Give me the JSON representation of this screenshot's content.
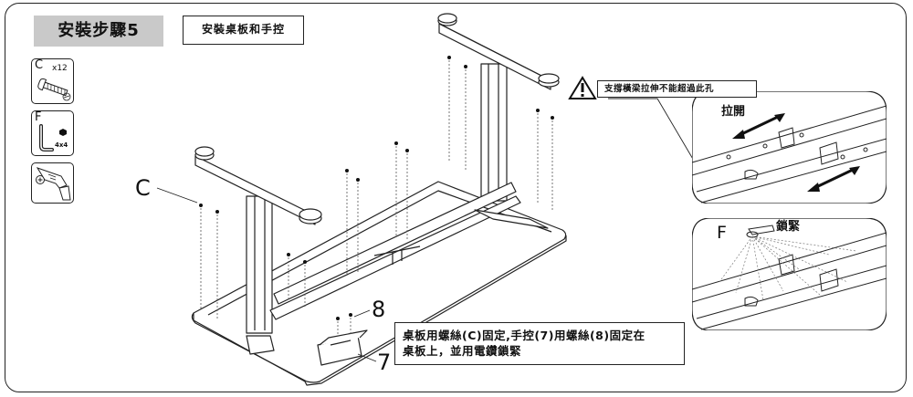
{
  "step": {
    "title": "安裝步驟5",
    "subtitle": "安裝桌板和手控"
  },
  "parts": [
    {
      "letter": "C",
      "qty": "x12",
      "icon": "screw-icon"
    },
    {
      "letter": "F",
      "size": "4x4",
      "icon": "hex-key-icon"
    },
    {
      "icon": "power-drill-icon"
    }
  ],
  "callouts": {
    "c": "C",
    "eight": "8",
    "seven": "7"
  },
  "warning": {
    "icon": "warning-triangle-icon",
    "text": "支撐橫梁拉伸不能超過此孔"
  },
  "detail_top": {
    "label": "拉開"
  },
  "detail_bottom": {
    "letter": "F",
    "label": "鎖緊"
  },
  "instruction": {
    "line1": "桌板用螺絲(C)固定,手控(7)用螺絲(8)固定在",
    "line2": "桌板上，並用電鑽鎖緊"
  }
}
